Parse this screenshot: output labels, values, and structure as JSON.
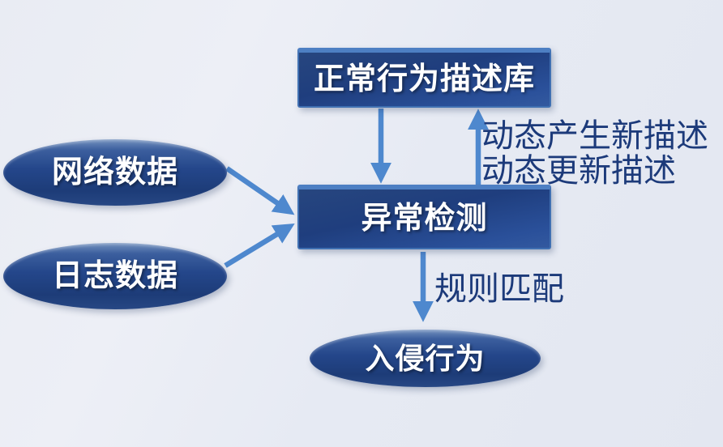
{
  "diagram": {
    "title_hint": "anomaly-detection flow diagram",
    "palette": {
      "background": "#e8ebf3",
      "node_fill_dark": "#1e3d7c",
      "node_fill_light": "#33599f",
      "node_border": "#4d7fc3",
      "arrow_color": "#4e88ce",
      "annotation_text_color": "#1c3a7a",
      "node_text_color": "#ffffff"
    },
    "nodes": {
      "library_box": {
        "label": "正常行为描述库",
        "shape": "rectangle"
      },
      "detection_box": {
        "label": "异常检测",
        "shape": "rectangle"
      },
      "network_ellipse": {
        "label": "网络数据",
        "shape": "ellipse"
      },
      "log_ellipse": {
        "label": "日志数据",
        "shape": "ellipse"
      },
      "intrusion_ellipse": {
        "label": "入侵行为",
        "shape": "ellipse"
      }
    },
    "annotations": {
      "generate_label": "动态产生新描述",
      "update_label": "动态更新描述",
      "rule_match_label": "规则匹配"
    },
    "edges": [
      {
        "from": "library_box",
        "to": "detection_box",
        "style": "straight-down"
      },
      {
        "from": "detection_box",
        "to": "library_box",
        "style": "straight-up",
        "labels": [
          "动态产生新描述",
          "动态更新描述"
        ]
      },
      {
        "from": "network_ellipse",
        "to": "detection_box",
        "style": "diagonal"
      },
      {
        "from": "log_ellipse",
        "to": "detection_box",
        "style": "diagonal"
      },
      {
        "from": "detection_box",
        "to": "intrusion_ellipse",
        "style": "straight-down",
        "labels": [
          "规则匹配"
        ]
      }
    ]
  }
}
